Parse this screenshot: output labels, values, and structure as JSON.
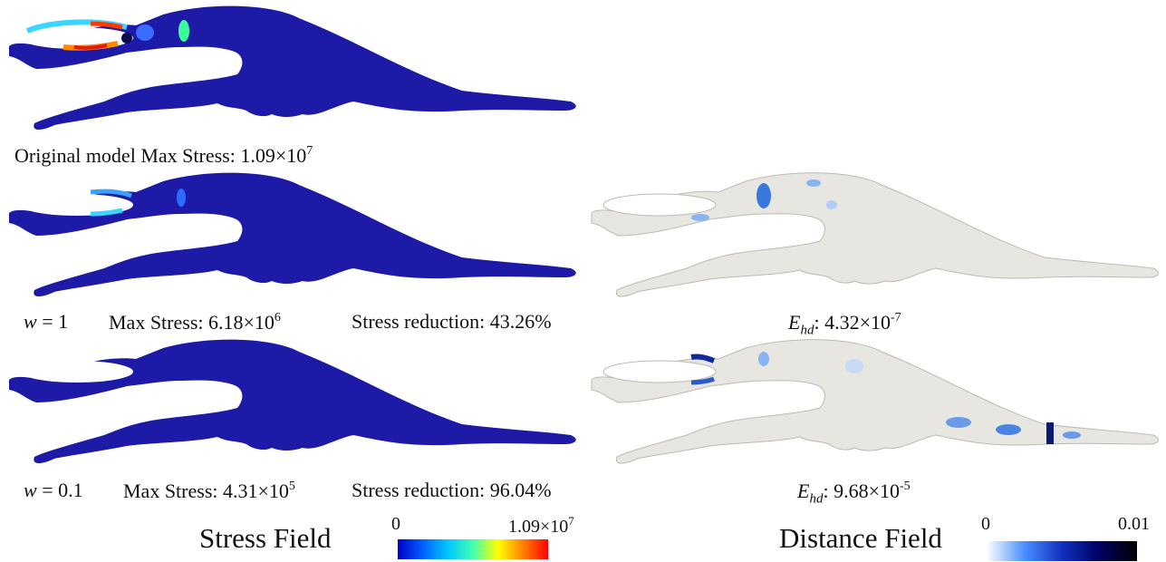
{
  "rows": [
    {
      "caption_left": "Original model",
      "max_stress_label": "Max Stress:",
      "max_stress_mantissa": "1.09×10",
      "max_stress_exp": "7"
    },
    {
      "w_symbol": "w",
      "w_value": "= 1",
      "max_stress_label": "Max Stress:",
      "max_stress_mantissa": "6.18×10",
      "max_stress_exp": "6",
      "reduction_label": "Stress reduction:",
      "reduction_value": "43.26%",
      "ehd_symbol": "E",
      "ehd_sub": "hd",
      "ehd_mantissa": ": 4.32×10",
      "ehd_exp": "-7"
    },
    {
      "w_symbol": "w",
      "w_value": "= 0.1",
      "max_stress_label": "Max Stress:",
      "max_stress_mantissa": "4.31×10",
      "max_stress_exp": "5",
      "reduction_label": "Stress reduction:",
      "reduction_value": "96.04%",
      "ehd_symbol": "E",
      "ehd_sub": "hd",
      "ehd_mantissa": ": 9.68×10",
      "ehd_exp": "-5"
    }
  ],
  "stress_legend": {
    "title": "Stress Field",
    "min_label": "0",
    "max_mantissa": "1.09×10",
    "max_exp": "7",
    "colors": [
      "#0000c8",
      "#0060ff",
      "#00c8ff",
      "#40ffb0",
      "#ffff00",
      "#ff8000",
      "#ff0000"
    ]
  },
  "distance_legend": {
    "title": "Distance Field",
    "min_label": "0",
    "max_label": "0.01",
    "colors": [
      "#ffffff",
      "#4a90ff",
      "#1030c0",
      "#000060",
      "#000000"
    ]
  },
  "colors": {
    "stress_base": "#1c1aa6",
    "distance_base": "#e8e6e1"
  }
}
